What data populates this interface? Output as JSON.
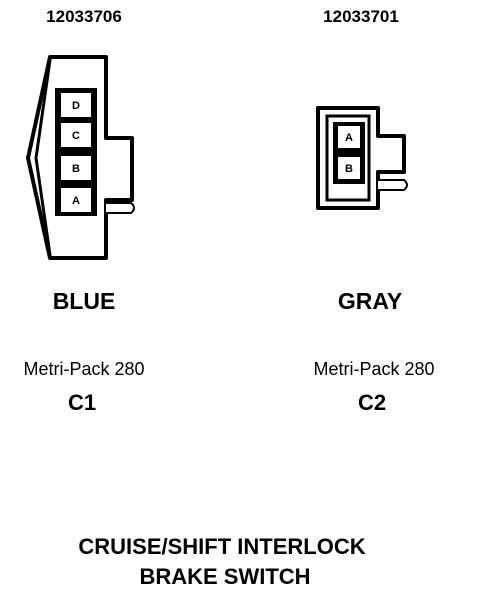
{
  "connectors": [
    {
      "part_number": "12033706",
      "color": "BLUE",
      "type": "Metri-Pack 280",
      "id": "C1",
      "terminals": [
        "D",
        "C",
        "B",
        "A"
      ]
    },
    {
      "part_number": "12033701",
      "color": "GRAY",
      "type": "Metri-Pack 280",
      "id": "C2",
      "terminals": [
        "A",
        "B"
      ]
    }
  ],
  "title": {
    "line1": "CRUISE/SHIFT INTERLOCK",
    "line2": "BRAKE SWITCH"
  }
}
